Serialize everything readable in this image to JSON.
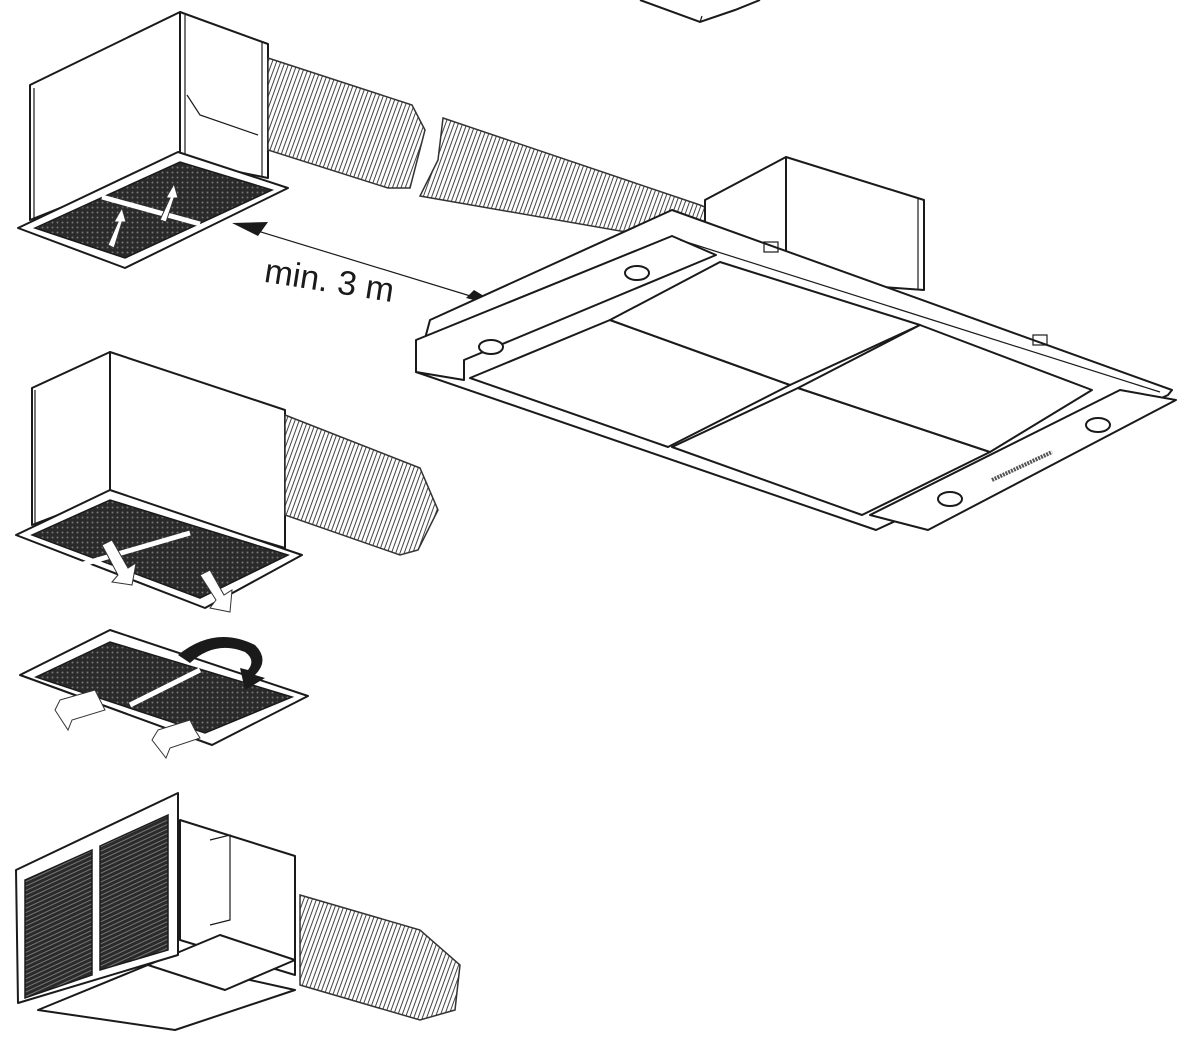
{
  "figure": {
    "title": "Remote motor unit installation for ceiling range hood",
    "annotations": {
      "distance_label": "min. 3 m"
    },
    "components": [
      {
        "id": "motor-unit-ceiling",
        "description": "Remote motor unit with grease filter panel, arrows showing airflow"
      },
      {
        "id": "flexible-duct",
        "description": "Flexible ducting connecting motor unit to hood, with break indicating length"
      },
      {
        "id": "ceiling-hood",
        "description": "Ceiling-mounted hood with four panels, lights and control strip"
      },
      {
        "id": "motor-unit-filter-removal",
        "description": "Motor unit with filters being removed (arrows down)"
      },
      {
        "id": "filter-panel-flipped",
        "description": "Filter panel rotated (curved arrow) and filters removed"
      },
      {
        "id": "motor-unit-wall",
        "description": "Motor unit wall-mounted with louvered grille and duct"
      }
    ],
    "colors": {
      "line": "#1a1a1a",
      "background": "#ffffff",
      "mesh": "#2a2a2a"
    }
  }
}
